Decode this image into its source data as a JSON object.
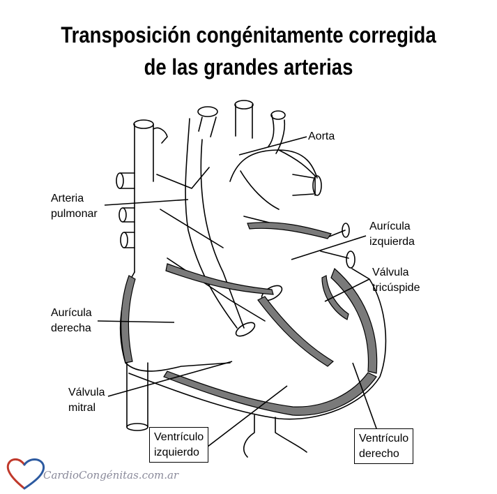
{
  "title": {
    "line1": "Transposición congénitamente corregida",
    "line2": "de las grandes arterias"
  },
  "labels": {
    "aorta": "Aorta",
    "arteria_pulmonar_1": "Arteria",
    "arteria_pulmonar_2": "pulmonar",
    "auricula_izquierda_1": "Aurícula",
    "auricula_izquierda_2": "izquierda",
    "valvula_tricuspide_1": "Válvula",
    "valvula_tricuspide_2": "tricúspide",
    "auricula_derecha_1": "Aurícula",
    "auricula_derecha_2": "derecha",
    "valvula_mitral_1": "Válvula",
    "valvula_mitral_2": "mitral",
    "ventriculo_izquierdo_1": "Ventrículo",
    "ventriculo_izquierdo_2": "izquierdo",
    "ventriculo_derecho_1": "Ventrículo",
    "ventriculo_derecho_2": "derecho"
  },
  "logo": {
    "text": "CardioCongénitas.com.ar",
    "heart_color_left": "#c0392b",
    "heart_color_right": "#2c5aa0"
  },
  "colors": {
    "line": "#000000",
    "wall_fill": "#7a7a7a",
    "logo_text": "#8a8a9a"
  }
}
